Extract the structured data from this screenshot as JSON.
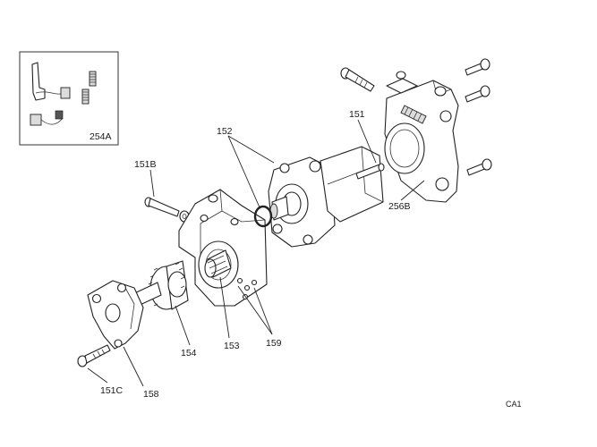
{
  "labels": {
    "p254A": "254A",
    "p152": "152",
    "p151": "151",
    "p151B": "151B",
    "p256B": "256B",
    "p154": "154",
    "p153": "153",
    "p159": "159",
    "p151C": "151C",
    "p158": "158",
    "code": "CA1"
  }
}
